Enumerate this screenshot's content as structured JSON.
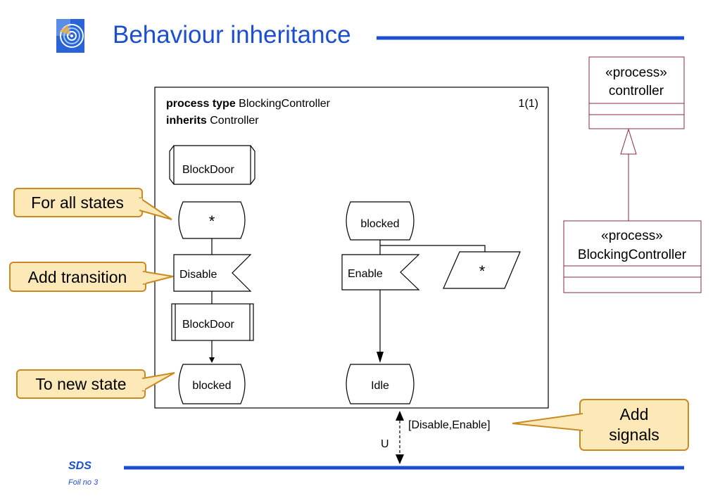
{
  "slide": {
    "title": "Behaviour inheritance",
    "footer_brand": "SDS",
    "footer_foil": "Foil no 3"
  },
  "colors": {
    "accent_blue": "#1c4fd0",
    "callout_fill": "#fde9b8",
    "callout_stroke": "#c98a22",
    "uml_stroke": "#8a2a4a"
  },
  "logo_icon": "concentric-circles-logo",
  "frame": {
    "keyword_process_type": "process type",
    "process_name": "BlockingController",
    "keyword_inherits": "inherits",
    "parent_name": "Controller",
    "page_number": "1(1)"
  },
  "symbols": {
    "procedure_ref": "BlockDoor",
    "start_state": "*",
    "input_disable": "Disable",
    "procedure_call": "BlockDoor",
    "nextstate_blocked": "blocked",
    "state_blocked": "blocked",
    "input_enable": "Enable",
    "save_symbol": "*",
    "nextstate_idle": "Idle"
  },
  "channel": {
    "signals": "[Disable,Enable]",
    "name": "U"
  },
  "callouts": {
    "for_all_states": "For all states",
    "add_transition": "Add transition",
    "to_new_state": "To new state",
    "add_signals_line1": "Add",
    "add_signals_line2": "signals"
  },
  "uml": {
    "parent_stereotype": "«process»",
    "parent_name": "controller",
    "child_stereotype": "«process»",
    "child_name": "BlockingController"
  }
}
